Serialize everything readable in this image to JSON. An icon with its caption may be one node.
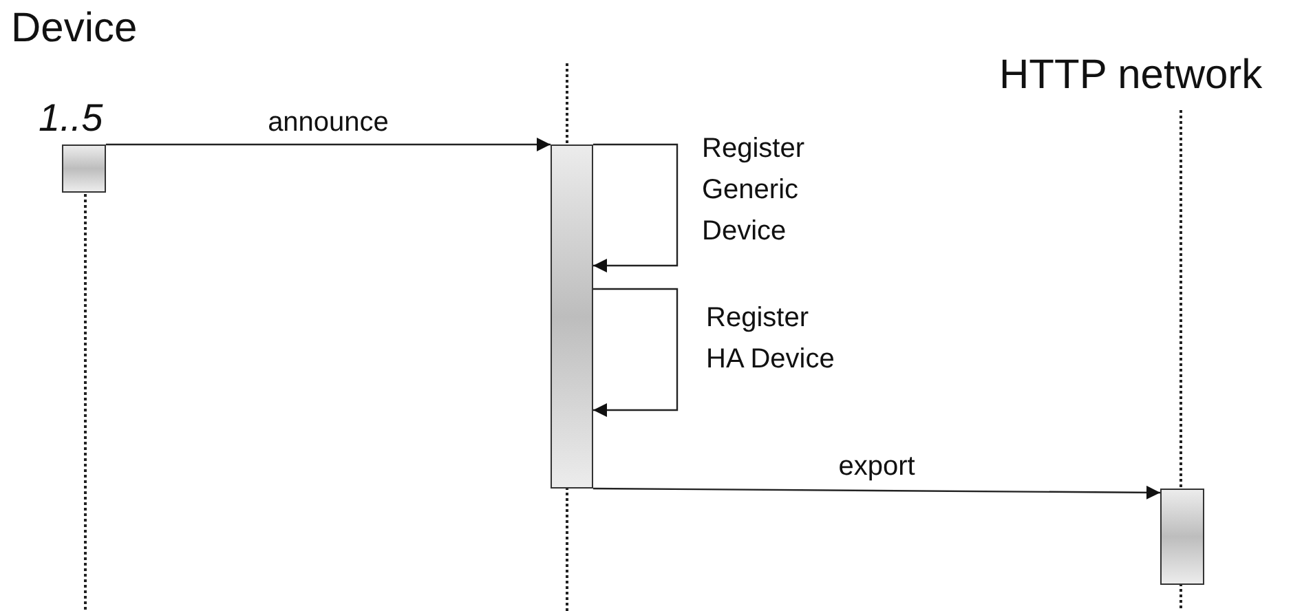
{
  "diagram": {
    "nodes": [
      {
        "text": [
          "Device",
          "1..5"
        ]
      },
      {
        "text": [],
        "shape": "bar"
      },
      {
        "text": [
          "HTTP network"
        ]
      }
    ],
    "edges": [
      {
        "from": 0,
        "to": 1,
        "arrow": "to",
        "label": "announce"
      },
      {
        "from": 1,
        "to": 1,
        "arrow": "to",
        "label": "Register Generic Device"
      },
      {
        "from": 1,
        "to": 1,
        "arrow": "to",
        "label": "Register HA Device"
      },
      {
        "from": 1,
        "to": 2,
        "arrow": "to",
        "label": "export"
      }
    ]
  }
}
